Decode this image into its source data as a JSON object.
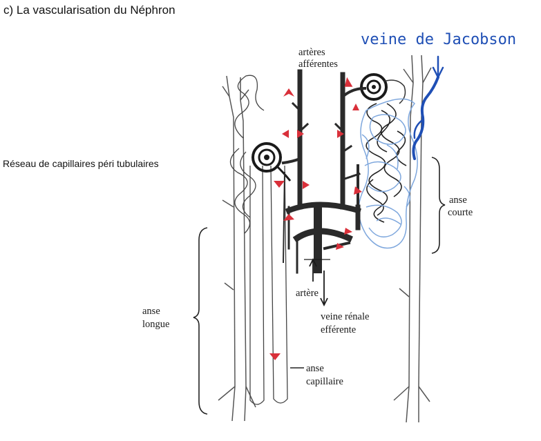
{
  "heading": "c) La vascularisation du Néphron",
  "side_label": "Réseau de capillaires péri tubulaires",
  "labels": {
    "arteres_line1": "artères",
    "arteres_line2": "afférentes",
    "veine_jacobson": "veine de Jacobson",
    "anse_courte_line1": "anse",
    "anse_courte_line2": "courte",
    "anse_longue_line1": "anse",
    "anse_longue_line2": "longue",
    "artere": "artère",
    "veine_renale_line1": "veine rénale",
    "veine_renale_line2": "efférente",
    "anse_capillaire_line1": "anse",
    "anse_capillaire_line2": "capillaire"
  },
  "colors": {
    "ink": "#1a1a1a",
    "vessel": "#2a2a2a",
    "arrow_red": "#d9303a",
    "jacobson_blue": "#1f4fb5",
    "capillary_blue": "#7ea7dd"
  }
}
